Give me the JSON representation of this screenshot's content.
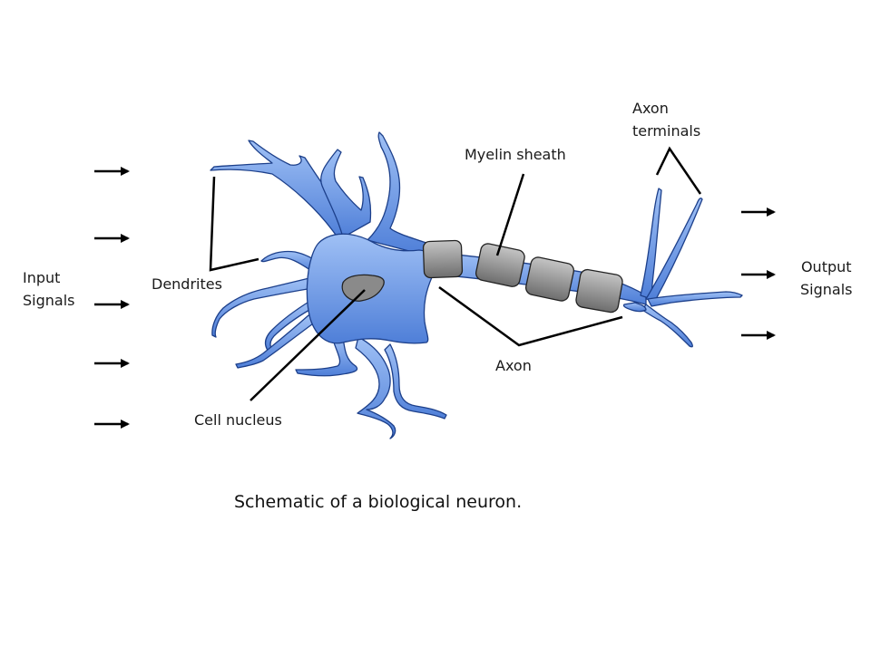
{
  "labels": {
    "input_line1": "Input",
    "input_line2": "Signals",
    "dendrites": "Dendrites",
    "cell_nucleus": "Cell nucleus",
    "myelin_sheath": "Myelin sheath",
    "axon": "Axon",
    "axon_terminals_line1": "Axon",
    "axon_terminals_line2": "terminals",
    "output_line1": "Output",
    "output_line2": "Signals"
  },
  "caption": "Schematic of a biological neuron.",
  "colors": {
    "cell_fill": "#7ea7ec",
    "cell_fill_dark": "#4f7fd8",
    "cell_outline": "#1c3f8a",
    "myelin_fill": "#9a9a9a",
    "myelin_outline": "#222222",
    "line": "#000000"
  }
}
